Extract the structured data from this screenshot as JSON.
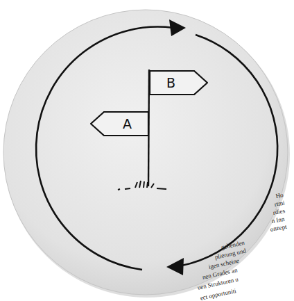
{
  "diagram": {
    "nodes": [
      {
        "text": [
          "B"
        ]
      },
      {
        "text": [
          "A"
        ]
      }
    ],
    "labels": [
      "Ho",
      "rtmi",
      "rdies",
      "n Inn",
      "onzept",
      "gehenden",
      "plierung und",
      "igen scheine",
      "nen Grades an",
      "uen Strukturen u",
      "ect opportuniti"
    ]
  }
}
